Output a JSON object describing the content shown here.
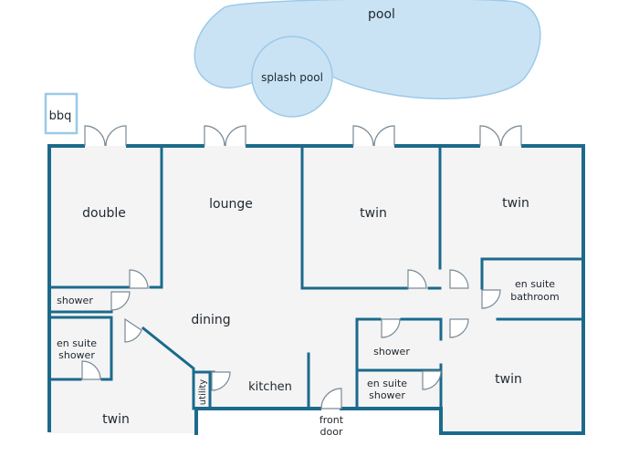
{
  "colors": {
    "wall": "#1b6a8c",
    "floor": "#f4f4f5",
    "pool": "#c9e3f5",
    "pool_edge": "#9cc9e8",
    "door": "#7a8a94"
  },
  "labels": {
    "pool": "pool",
    "splash_pool": "splash pool",
    "bbq": "bbq",
    "double": "double",
    "lounge": "lounge",
    "twin_top_middle": "twin",
    "twin_top_right": "twin",
    "shower_left": "shower",
    "dining": "dining",
    "en_suite_bathroom_1": "en suite",
    "en_suite_bathroom_2": "bathroom",
    "en_suite_shower_left_1": "en suite",
    "en_suite_shower_left_2": "shower",
    "shower_middle": "shower",
    "twin_bottom_right": "twin",
    "en_suite_shower_mid_1": "en suite",
    "en_suite_shower_mid_2": "shower",
    "kitchen": "kitchen",
    "utility": "utility",
    "twin_bottom_left": "twin",
    "front_door_1": "front",
    "front_door_2": "door"
  }
}
